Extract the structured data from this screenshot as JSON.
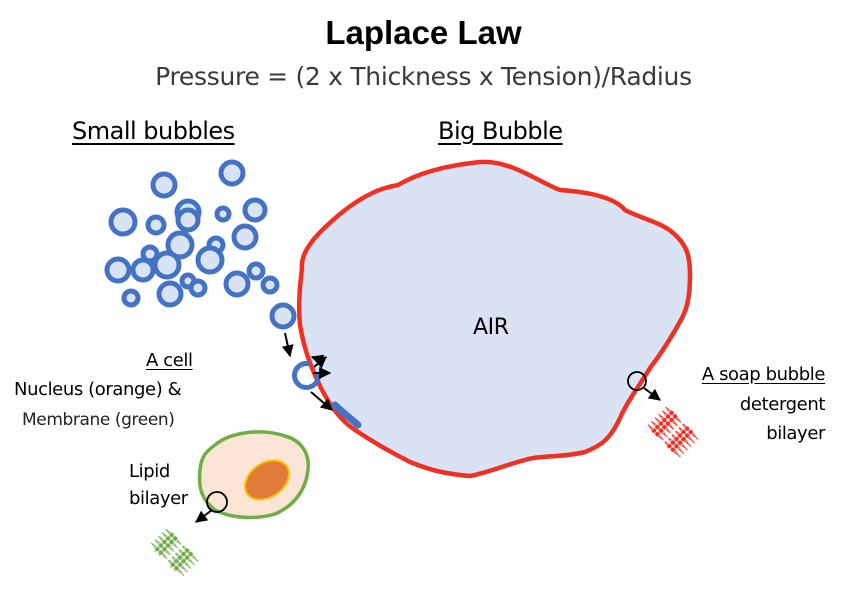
{
  "title": "Laplace Law",
  "subtitle": "Pressure = (2 x Thickness x Tension)/Radius",
  "sections": {
    "small_bubbles": "Small bubbles",
    "big_bubble": "Big Bubble"
  },
  "big_bubble_label": "AIR",
  "cell": {
    "heading": "A cell",
    "line1": "Nucleus (orange) &",
    "line2": "Membrane (green)",
    "lipid_line1": "Lipid",
    "lipid_line2": "bilayer"
  },
  "soap": {
    "heading": "A soap bubble",
    "line1": "detergent",
    "line2": "bilayer"
  },
  "colors": {
    "bubble_stroke": "#4472c4",
    "bubble_fill": "#dae3f3",
    "big_bubble_stroke": "#ee3124",
    "cell_membrane": "#70ad47",
    "cell_fill": "#fbe5d6",
    "nucleus_fill": "#e07b39",
    "nucleus_stroke": "#ffc000"
  }
}
